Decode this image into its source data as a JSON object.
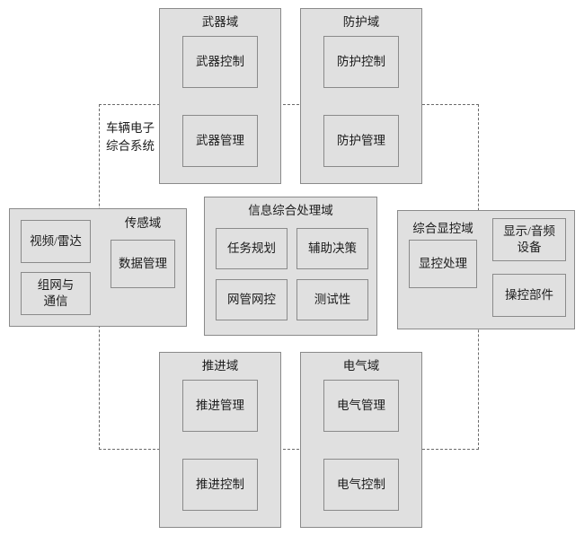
{
  "diagram": {
    "title_text": "车辆电子\n综合系统",
    "colors": {
      "box_fill": "#e0e0e0",
      "box_border": "#8a8a8a",
      "boundary_border": "#6b6b6b",
      "text": "#1c1c1c",
      "background": "#ffffff"
    },
    "domains": [
      {
        "id": "weapon",
        "title": "武器域",
        "modules": [
          {
            "id": "weapon-control",
            "label": "武器控制"
          },
          {
            "id": "weapon-management",
            "label": "武器管理"
          }
        ]
      },
      {
        "id": "protection",
        "title": "防护域",
        "modules": [
          {
            "id": "protection-control",
            "label": "防护控制"
          },
          {
            "id": "protection-management",
            "label": "防护管理"
          }
        ]
      },
      {
        "id": "sensing",
        "title": "传感域",
        "modules": [
          {
            "id": "video-radar",
            "label": "视频/雷达"
          },
          {
            "id": "networking-communication",
            "label": "组网与\n通信"
          },
          {
            "id": "data-management",
            "label": "数据管理"
          }
        ]
      },
      {
        "id": "information-processing",
        "title": "信息综合处理域",
        "modules": [
          {
            "id": "mission-planning",
            "label": "任务规划"
          },
          {
            "id": "decision-support",
            "label": "辅助决策"
          },
          {
            "id": "network-management-control",
            "label": "网管网控"
          },
          {
            "id": "testability",
            "label": "测试性"
          }
        ]
      },
      {
        "id": "display-control",
        "title": "综合显控域",
        "modules": [
          {
            "id": "display-control-processing",
            "label": "显控处理"
          },
          {
            "id": "display-audio-equipment",
            "label": "显示/音频\n设备"
          },
          {
            "id": "control-components",
            "label": "操控部件"
          }
        ]
      },
      {
        "id": "propulsion",
        "title": "推进域",
        "modules": [
          {
            "id": "propulsion-management",
            "label": "推进管理"
          },
          {
            "id": "propulsion-control",
            "label": "推进控制"
          }
        ]
      },
      {
        "id": "electrical",
        "title": "电气域",
        "modules": [
          {
            "id": "electrical-management",
            "label": "电气管理"
          },
          {
            "id": "electrical-control",
            "label": "电气控制"
          }
        ]
      }
    ]
  }
}
